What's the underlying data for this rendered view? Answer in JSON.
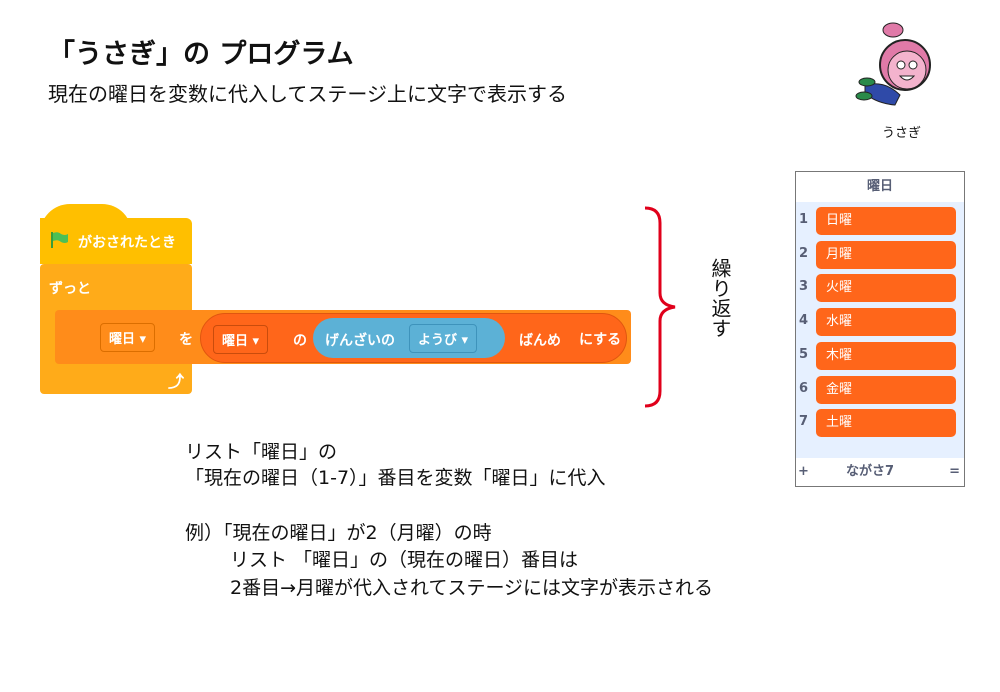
{
  "header": {
    "title": "「うさぎ」の プログラム",
    "subtitle": "現在の曜日を変数に代入してステージ上に文字で表示する"
  },
  "sprite": {
    "name": "うさぎ"
  },
  "script": {
    "hat_label": "がおされたとき",
    "forever_label": "ずっと",
    "set_var": "曜日",
    "wo": "を",
    "list_name": "曜日",
    "no": "の",
    "current_label": "げんざいの",
    "current_option": "ようび",
    "item_suffix": "ばんめ",
    "suru": "にする"
  },
  "loop_label": "繰り返す",
  "list_monitor": {
    "title": "曜日",
    "items": [
      {
        "i": "1",
        "v": "日曜"
      },
      {
        "i": "2",
        "v": "月曜"
      },
      {
        "i": "3",
        "v": "火曜"
      },
      {
        "i": "4",
        "v": "水曜"
      },
      {
        "i": "5",
        "v": "木曜"
      },
      {
        "i": "6",
        "v": "金曜"
      },
      {
        "i": "7",
        "v": "土曜"
      }
    ],
    "add": "+",
    "length": "ながさ7",
    "resize": "="
  },
  "notes": {
    "l1": "リスト「曜日」の",
    "l2": "「現在の曜日（1-7）」番目を変数「曜日」に代入",
    "l3": "例）「現在の曜日」が2（月曜）の時",
    "l4": "リスト 「曜日」の（現在の曜日）番目は",
    "l5": "2番目→月曜が代入されてステージには文字が表示される"
  },
  "colors": {
    "events": "#ffbf00",
    "control": "#ffab19",
    "variables": "#ff8c1a",
    "list": "#ff661a",
    "sensing": "#5cb1d6"
  }
}
